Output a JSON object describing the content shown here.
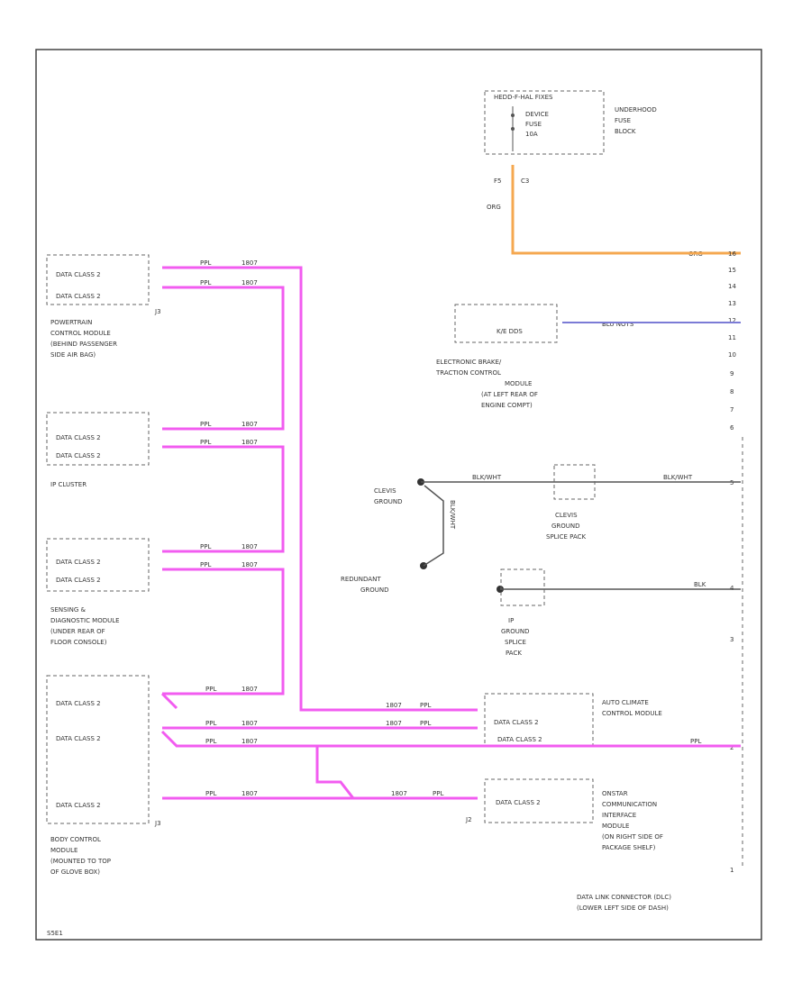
{
  "colors": {
    "data_wire": "#f25cf0",
    "power_wire": "#f5a850",
    "bus_wire": "#7b7bd6",
    "ground_wire": "#555555"
  },
  "fuse": {
    "header": "HEDD-F-HAL FIXES",
    "lines": [
      "DEVICE",
      "FUSE",
      "10A"
    ],
    "block_label": [
      "UNDERHOOD",
      "FUSE",
      "BLOCK"
    ],
    "pins": [
      "F5",
      "C3"
    ],
    "wire_color": "ORG"
  },
  "pcm": {
    "rows": [
      "DATA CLASS 2",
      "DATA CLASS 2"
    ],
    "connector": "J3",
    "caption": [
      "POWERTRAIN",
      "CONTROL MODULE",
      "(BEHIND PASSENGER",
      "SIDE AIR BAG)"
    ]
  },
  "ip": {
    "rows": [
      "DATA CLASS 2",
      "DATA CLASS 2"
    ],
    "caption": [
      "IP CLUSTER"
    ]
  },
  "sdm": {
    "rows": [
      "DATA CLASS 2",
      "DATA CLASS 2"
    ],
    "caption": [
      "SENSING &",
      "DIAGNOSTIC MODULE",
      "(UNDER REAR OF",
      "FLOOR CONSOLE)"
    ]
  },
  "bcm": {
    "rows": [
      "DATA CLASS 2",
      "DATA CLASS 2",
      "DATA CLASS 2"
    ],
    "connector": "J3",
    "caption": [
      "BODY CONTROL",
      "MODULE",
      "(MOUNTED TO TOP",
      "OF GLOVE BOX)"
    ]
  },
  "ebcm": {
    "row": "K/E DDS",
    "caption": [
      "ELECTRONIC BRAKE/",
      "TRACTION CONTROL",
      "MODULE",
      "(AT LEFT REAR OF",
      "ENGINE COMPT)"
    ],
    "wire_label": "BLU  NOTS"
  },
  "acm": {
    "rows": [
      "DATA CLASS 2",
      "DATA CLASS 2"
    ],
    "caption": [
      "AUTO CLIMATE",
      "CONTROL MODULE"
    ]
  },
  "onstar": {
    "row": "DATA CLASS 2",
    "connector": "J2",
    "caption": [
      "ONSTAR",
      "COMMUNICATION",
      "INTERFACE",
      "MODULE",
      "(ON RIGHT SIDE OF",
      "PACKAGE SHELF)"
    ]
  },
  "grounds": {
    "clevis": [
      "CLEVIS",
      "GROUND"
    ],
    "redundant": [
      "REDUNDANT",
      "GROUND"
    ],
    "clevis_splice": [
      "CLEVIS",
      "GROUND",
      "SPLICE PACK"
    ],
    "ip_splice": [
      "IP",
      "GROUND",
      "SPLICE",
      "PACK"
    ],
    "clevis_wire": "BLK/WHT",
    "splice_wire": "BLK/WHT",
    "ip_wire": "BLK",
    "diag_wire": "BLK/WHT"
  },
  "wire_labels": {
    "ppl": "PPL",
    "num": "1807"
  },
  "dlc": {
    "pins": [
      "16",
      "15",
      "14",
      "13",
      "12",
      "11",
      "10",
      "9",
      "8",
      "7",
      "6",
      "5",
      "4",
      "3",
      "2",
      "1"
    ],
    "caption": [
      "DATA LINK CONNECTOR (DLC)",
      "(LOWER LEFT SIDE OF DASH)"
    ]
  },
  "footer_code": "S5E1"
}
